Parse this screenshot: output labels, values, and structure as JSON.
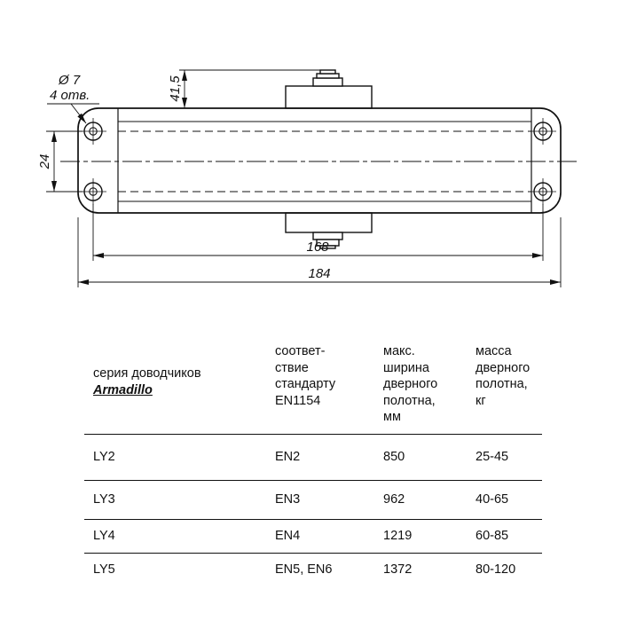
{
  "drawing": {
    "dim_height": "41,5",
    "hole_diameter": "Ø 7",
    "hole_count": "4 отв.",
    "dim_hole_spacing": "24",
    "dim_hole_span": "168",
    "dim_overall": "184"
  },
  "table": {
    "header": {
      "series_label": "серия доводчиков",
      "series_brand": "Armadillo",
      "standard": "соответ-\nствие\nстандарту\nEN1154",
      "max_width": "макс.\nширина\nдверного\nполотна,\nмм",
      "mass": "масса\nдверного\nполотна,\nкг"
    },
    "rows": [
      {
        "series": "LY2",
        "standard": "EN2",
        "max_width_mm": "850",
        "mass_kg": "25-45"
      },
      {
        "series": "LY3",
        "standard": "EN3",
        "max_width_mm": "962",
        "mass_kg": "40-65"
      },
      {
        "series": "LY4",
        "standard": "EN4",
        "max_width_mm": "1219",
        "mass_kg": "60-85"
      },
      {
        "series": "LY5",
        "standard": "EN5, EN6",
        "max_width_mm": "1372",
        "mass_kg": "80-120"
      }
    ]
  }
}
